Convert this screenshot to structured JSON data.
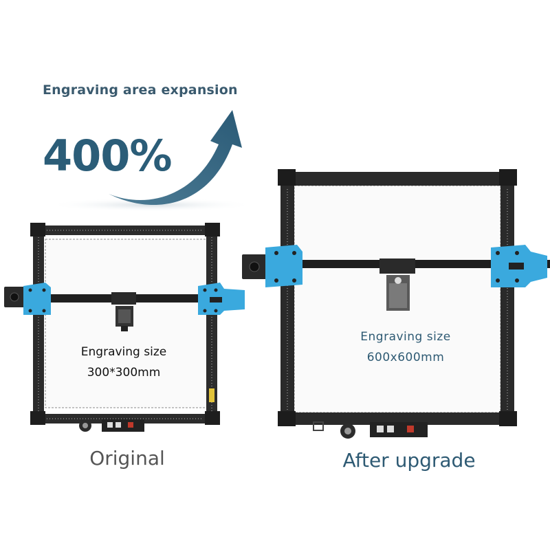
{
  "headline": {
    "title": "Engraving area expansion",
    "percent": "400%"
  },
  "original": {
    "caption": "Original",
    "size_label": "Engraving size",
    "size_value": "300*300mm"
  },
  "upgraded": {
    "caption": "After upgrade",
    "size_label": "Engraving size",
    "size_value": "600x600mm"
  },
  "colors": {
    "accent_blue": "#2b5d78",
    "frame_black": "#2a2a2a",
    "bracket_cyan": "#3aa9de"
  },
  "icons": [
    "up-arrow-icon",
    "laser-engraver-frame-original",
    "laser-engraver-frame-upgraded"
  ]
}
